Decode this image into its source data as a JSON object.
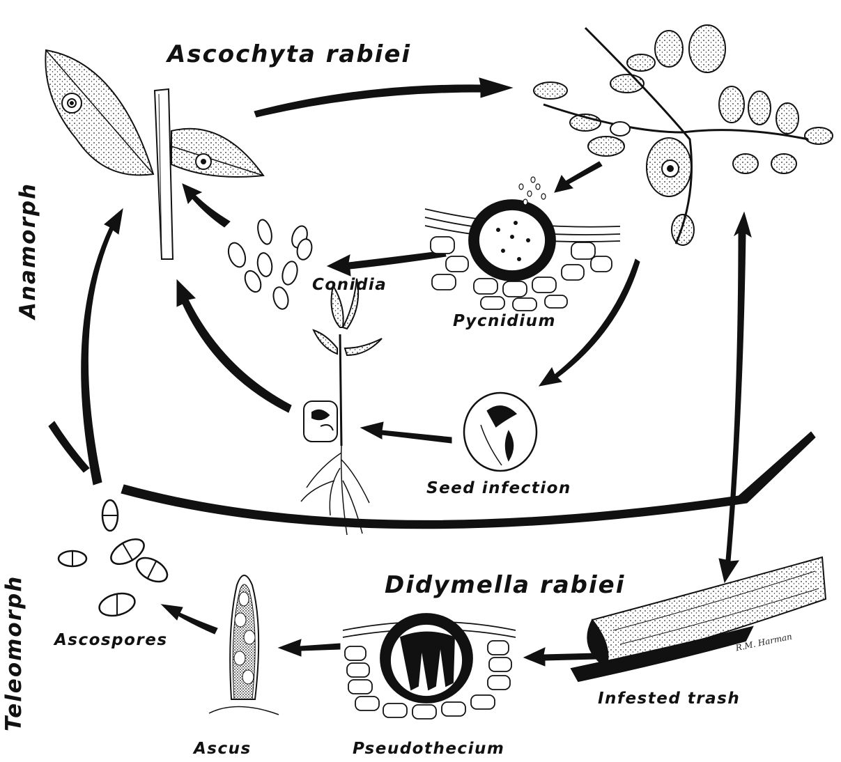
{
  "titles": {
    "anamorph_name": "Ascochyta rabiei",
    "teleomorph_name": "Didymella rabiei"
  },
  "phases": {
    "anamorph": "Anamorph",
    "teleomorph": "Teleomorph"
  },
  "labels": {
    "conidia": "Conidia",
    "pycnidium": "Pycnidium",
    "seed_infection": "Seed infection",
    "infested_trash": "Infested trash",
    "pseudothecium": "Pseudothecium",
    "ascus": "Ascus",
    "ascospores": "Ascospores"
  },
  "signature": "R.M. Harman",
  "colors": {
    "ink": "#111111",
    "background": "#ffffff"
  }
}
